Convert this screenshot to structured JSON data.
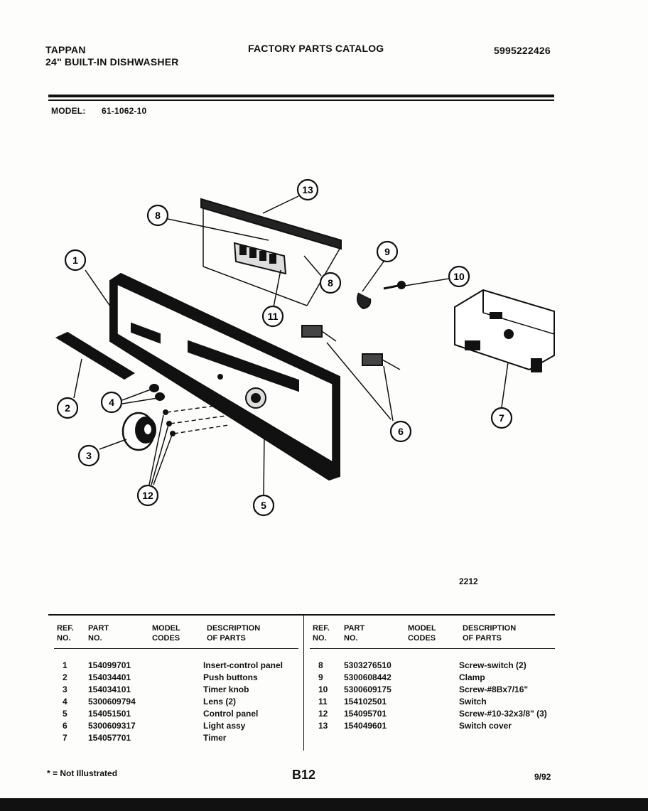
{
  "header": {
    "brand": "TAPPAN",
    "product": "24\" BUILT-IN DISHWASHER",
    "catalog_title": "FACTORY PARTS CATALOG",
    "catalog_number": "5995222426",
    "model_label": "MODEL:",
    "model_number": "61-1062-10"
  },
  "diagram": {
    "figure_number": "2212",
    "callouts": [
      "1",
      "2",
      "3",
      "4",
      "5",
      "6",
      "7",
      "8",
      "8",
      "9",
      "10",
      "11",
      "12",
      "13"
    ]
  },
  "table": {
    "headers": {
      "ref": [
        "REF.",
        "NO."
      ],
      "part": [
        "PART",
        "NO."
      ],
      "codes": [
        "MODEL",
        "CODES"
      ],
      "desc": [
        "DESCRIPTION",
        "OF PARTS"
      ]
    },
    "left_rows": [
      {
        "ref": "1",
        "part": "154099701",
        "code": "",
        "desc": "Insert-control panel"
      },
      {
        "ref": "2",
        "part": "154034401",
        "code": "",
        "desc": "Push buttons"
      },
      {
        "ref": "3",
        "part": "154034101",
        "code": "",
        "desc": "Timer knob"
      },
      {
        "ref": "4",
        "part": "5300609794",
        "code": "",
        "desc": "Lens (2)"
      },
      {
        "ref": "5",
        "part": "154051501",
        "code": "",
        "desc": "Control panel"
      },
      {
        "ref": "6",
        "part": "5300609317",
        "code": "",
        "desc": "Light assy"
      },
      {
        "ref": "7",
        "part": "154057701",
        "code": "",
        "desc": "Timer"
      }
    ],
    "right_rows": [
      {
        "ref": "8",
        "part": "5303276510",
        "code": "",
        "desc": "Screw-switch (2)"
      },
      {
        "ref": "9",
        "part": "5300608442",
        "code": "",
        "desc": "Clamp"
      },
      {
        "ref": "10",
        "part": "5300609175",
        "code": "",
        "desc": "Screw-#8Bx7/16\""
      },
      {
        "ref": "11",
        "part": "154102501",
        "code": "",
        "desc": "Switch"
      },
      {
        "ref": "12",
        "part": "154095701",
        "code": "",
        "desc": "Screw-#10-32x3/8\" (3)"
      },
      {
        "ref": "13",
        "part": "154049601",
        "code": "",
        "desc": "Switch cover"
      }
    ]
  },
  "footer": {
    "note": "* = Not Illustrated",
    "page": "B12",
    "date": "9/92"
  }
}
